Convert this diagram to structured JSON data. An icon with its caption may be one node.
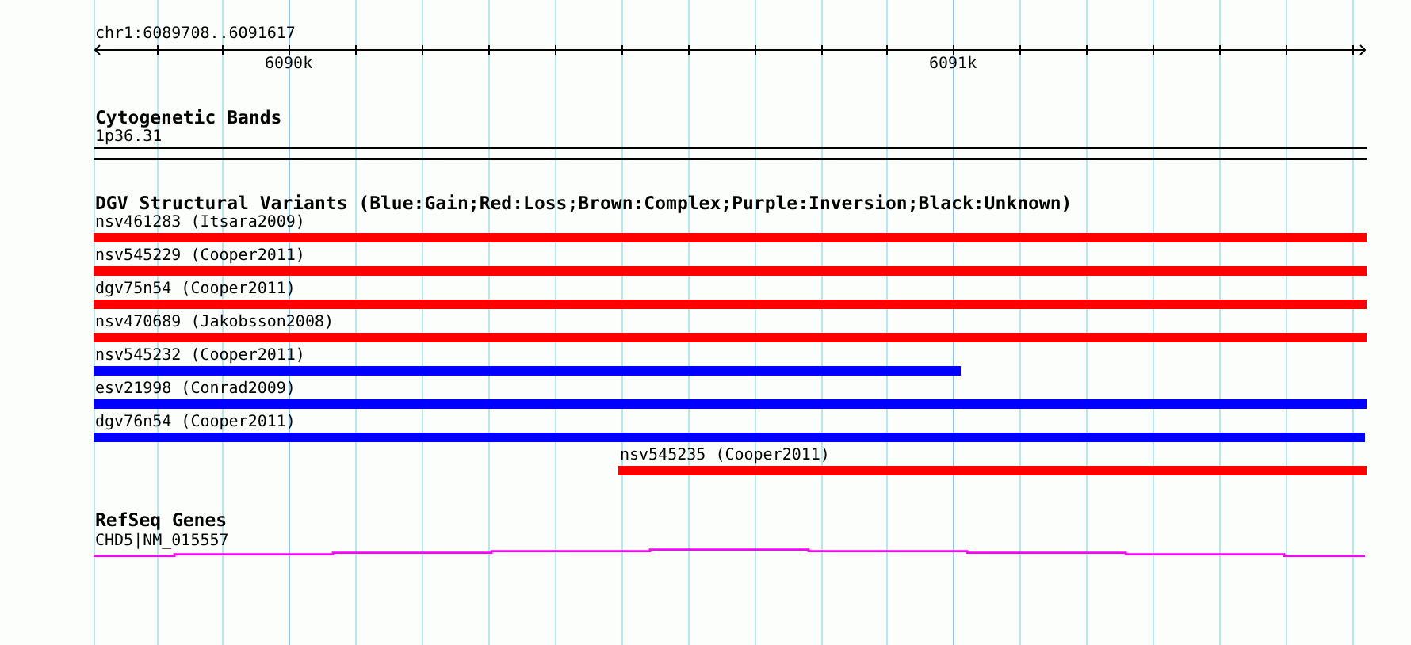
{
  "diagram": {
    "nodes": [
      {
        "text": [],
        "shape": "box",
        "beside": [
          "1p36.31"
        ]
      },
      {
        "text": [],
        "shape": "bar",
        "beside": [
          "nsv461283 (Itsara2009)"
        ]
      },
      {
        "text": [],
        "shape": "bar",
        "beside": [
          "nsv545229 (Cooper2011)"
        ]
      },
      {
        "text": [],
        "shape": "bar",
        "beside": [
          "dgv75n54 (Cooper2011)"
        ]
      },
      {
        "text": [],
        "shape": "bar",
        "beside": [
          "nsv470689 (Jakobsson2008)"
        ]
      },
      {
        "text": [],
        "shape": "bar",
        "beside": [
          "nsv545232 (Cooper2011)"
        ]
      },
      {
        "text": [],
        "shape": "bar",
        "beside": [
          "esv21998 (Conrad2009)"
        ]
      },
      {
        "text": [],
        "shape": "bar",
        "beside": [
          "dgv76n54 (Cooper2011)"
        ]
      },
      {
        "text": [],
        "shape": "bar",
        "beside": [
          "nsv545235 (Cooper2011)"
        ]
      },
      {
        "text": [],
        "shape": "line",
        "beside": [
          "CHD5|NM_015557"
        ]
      }
    ],
    "labels": [
      "chr1:6089708..6091617",
      "6090k",
      "6091k",
      "Cytogenetic Bands",
      "DGV Structural Variants (Blue:Gain;Red:Loss;Brown:Complex;Purple:Inversion;Black:Unknown)",
      "RefSeq Genes"
    ]
  }
}
